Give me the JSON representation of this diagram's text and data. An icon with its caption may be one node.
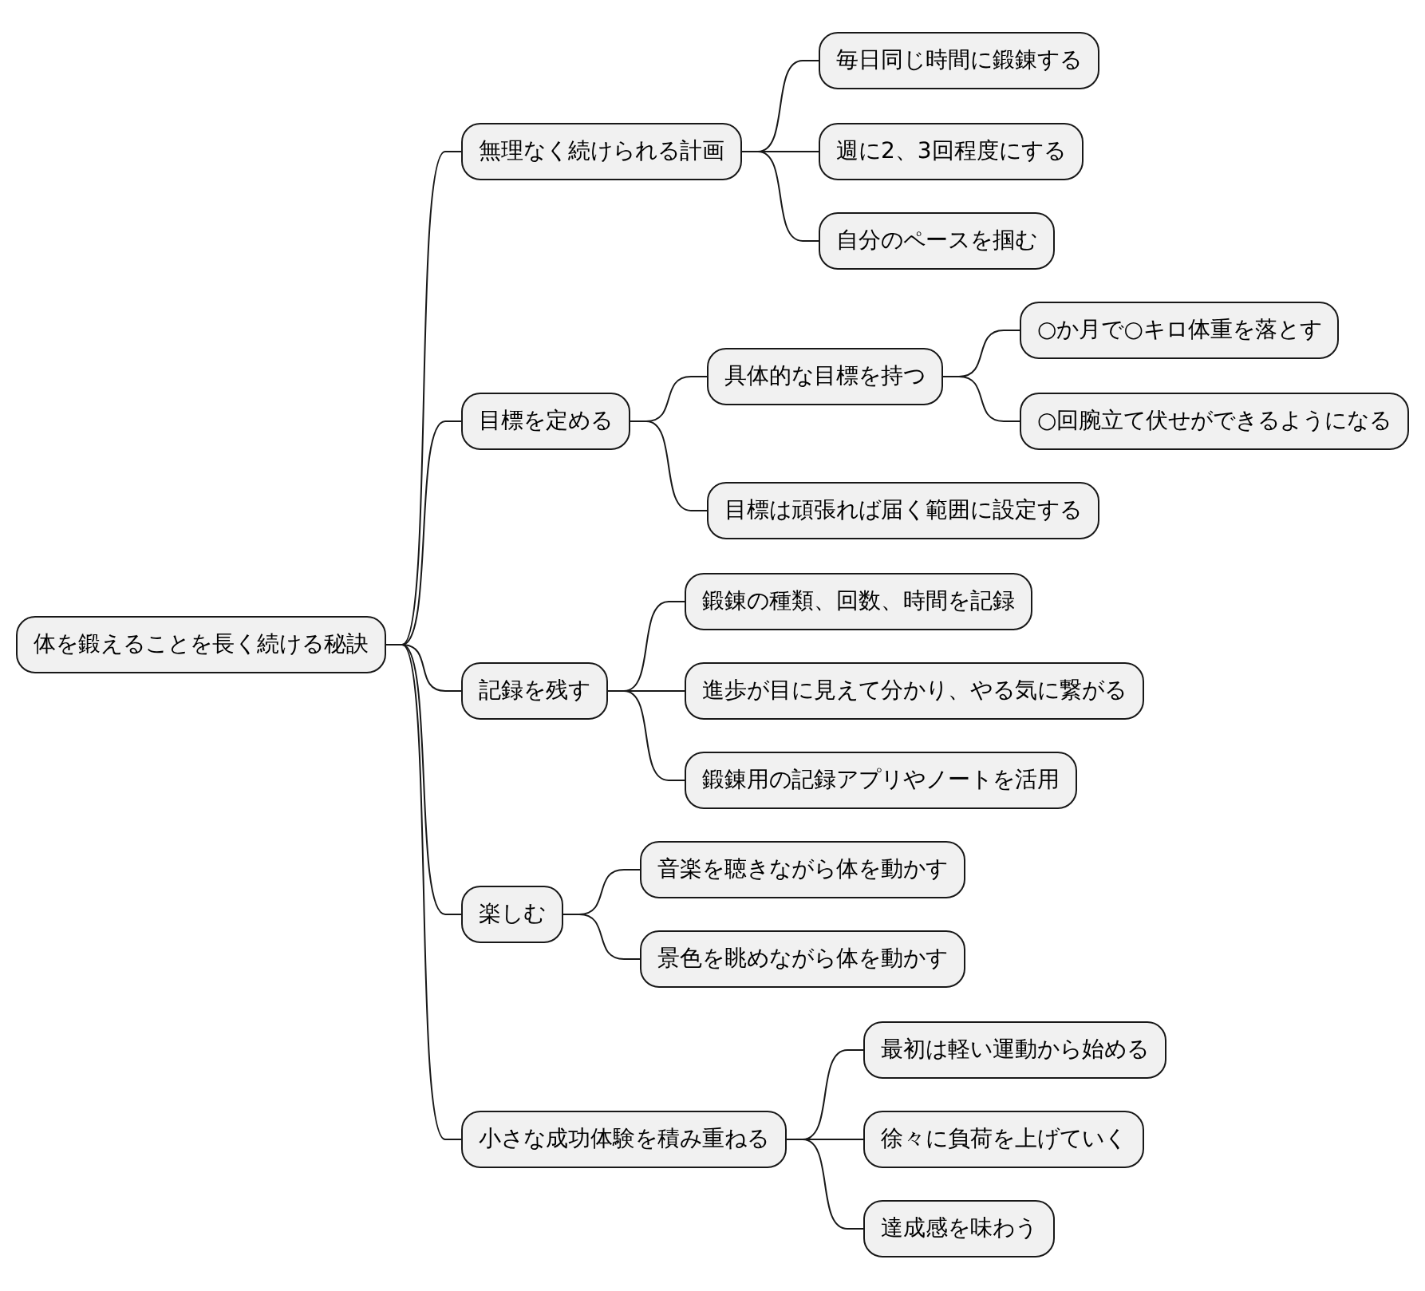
{
  "diagram": {
    "nodes": [
      {
        "text": [
          "体を鍛えることを長く続ける秘訣"
        ]
      },
      {
        "text": [
          "無理なく続けられる計画"
        ]
      },
      {
        "text": [
          "毎日同じ時間に鍛錬する"
        ]
      },
      {
        "text": [
          "週に2、3回程度にする"
        ]
      },
      {
        "text": [
          "自分のペースを掴む"
        ]
      },
      {
        "text": [
          "目標を定める"
        ]
      },
      {
        "text": [
          "具体的な目標を持つ"
        ]
      },
      {
        "text": [
          "○か月で○キロ体重を落とす"
        ]
      },
      {
        "text": [
          "○回腕立て伏せができるようになる"
        ]
      },
      {
        "text": [
          "目標は頑張れば届く範囲に設定する"
        ]
      },
      {
        "text": [
          "記録を残す"
        ]
      },
      {
        "text": [
          "鍛錬の種類、回数、時間を記録"
        ]
      },
      {
        "text": [
          "進歩が目に見えて分かり、やる気に繋がる"
        ]
      },
      {
        "text": [
          "鍛錬用の記録アプリやノートを活用"
        ]
      },
      {
        "text": [
          "楽しむ"
        ]
      },
      {
        "text": [
          "音楽を聴きながら体を動かす"
        ]
      },
      {
        "text": [
          "景色を眺めながら体を動かす"
        ]
      },
      {
        "text": [
          "小さな成功体験を積み重ねる"
        ]
      },
      {
        "text": [
          "最初は軽い運動から始める"
        ]
      },
      {
        "text": [
          "徐々に負荷を上げていく"
        ]
      },
      {
        "text": [
          "達成感を味わう"
        ]
      }
    ],
    "edges": [
      {
        "from": 0,
        "to": 1,
        "arrow": "none"
      },
      {
        "from": 1,
        "to": 2,
        "arrow": "none"
      },
      {
        "from": 1,
        "to": 3,
        "arrow": "none"
      },
      {
        "from": 1,
        "to": 4,
        "arrow": "none"
      },
      {
        "from": 0,
        "to": 5,
        "arrow": "none"
      },
      {
        "from": 5,
        "to": 6,
        "arrow": "none"
      },
      {
        "from": 6,
        "to": 7,
        "arrow": "none"
      },
      {
        "from": 6,
        "to": 8,
        "arrow": "none"
      },
      {
        "from": 5,
        "to": 9,
        "arrow": "none"
      },
      {
        "from": 0,
        "to": 10,
        "arrow": "none"
      },
      {
        "from": 10,
        "to": 11,
        "arrow": "none"
      },
      {
        "from": 10,
        "to": 12,
        "arrow": "none"
      },
      {
        "from": 10,
        "to": 13,
        "arrow": "none"
      },
      {
        "from": 0,
        "to": 14,
        "arrow": "none"
      },
      {
        "from": 14,
        "to": 15,
        "arrow": "none"
      },
      {
        "from": 14,
        "to": 16,
        "arrow": "none"
      },
      {
        "from": 0,
        "to": 17,
        "arrow": "none"
      },
      {
        "from": 17,
        "to": 18,
        "arrow": "none"
      },
      {
        "from": 17,
        "to": 19,
        "arrow": "none"
      },
      {
        "from": 17,
        "to": 20,
        "arrow": "none"
      }
    ]
  }
}
